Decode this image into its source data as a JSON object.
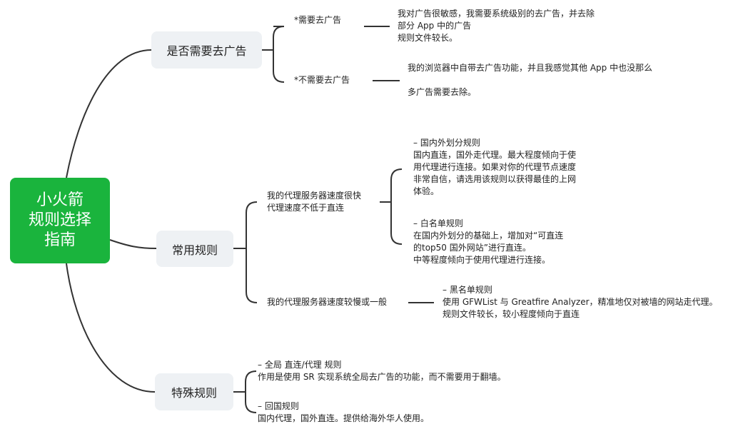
{
  "root": {
    "lines": [
      "小火箭",
      "规则选择",
      "指南"
    ],
    "color": "#1ab43d"
  },
  "branches": [
    {
      "title": "是否需要去广告",
      "children": [
        {
          "label": "*需要去广告",
          "detail": [
            "我对广告很敏感，我需要系统级别的去广告，并去除",
            "部分 App 中的广告",
            "规则文件较长。"
          ]
        },
        {
          "label": "*不需要去广告",
          "detail": [
            "我的浏览器中自带去广告功能，并且我感觉其他 App 中也没那么",
            "",
            "多广告需要去除。"
          ]
        }
      ]
    },
    {
      "title": "常用规则",
      "children": [
        {
          "label": [
            "我的代理服务器速度很快",
            "代理速度不低于直连"
          ],
          "rules": [
            {
              "lines": [
                "– 国内外划分规则",
                "国内直连，国外走代理。最大程度倾向于使",
                "用代理进行连接。如果对你的代理节点速度",
                "非常自信，请选用该规则以获得最佳的上网",
                "体验。"
              ]
            },
            {
              "lines": [
                "– 白名单规则",
                "在国内外划分的基础上，增加对“可直连",
                "的top50 国外网站”进行直连。",
                "中等程度倾向于使用代理进行连接。"
              ]
            }
          ]
        },
        {
          "label": [
            "我的代理服务器速度较慢或一般"
          ],
          "rules": [
            {
              "lines": [
                "– 黑名单规则",
                "使用 GFWList 与 Greatfire Analyzer，精准地仅对被墙的网站走代理。",
                "规则文件较长，较小程度倾向于直连"
              ]
            }
          ]
        }
      ]
    },
    {
      "title": "特殊规则",
      "children": [
        {
          "lines": [
            "– 全局 直连/代理 规则",
            "作用是使用 SR 实现系统全局去广告的功能，而不需要用于翻墙。"
          ]
        },
        {
          "lines": [
            "– 回国规则",
            "国内代理，国外直连。提供给海外华人使用。"
          ]
        }
      ]
    }
  ]
}
